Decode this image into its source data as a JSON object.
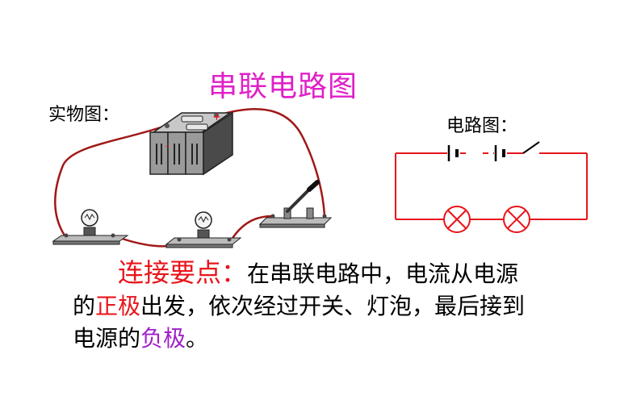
{
  "title": "串联电路图",
  "real_label": "实物图：",
  "circuit_label": "电路图：",
  "battery": {
    "pos_sign": "+",
    "neg_sign": "-"
  },
  "text": {
    "keypoint": "连接要点：",
    "line1_rest": "在串联电路中，电流从电源",
    "line2_a": "的",
    "positive": "正极",
    "line2_b": "出发，依次经过开关、灯泡，最后接到",
    "line3_a": "电源的",
    "negative": "负极",
    "line3_b": "。"
  },
  "colors": {
    "title": "#e020c8",
    "keypoint": "#e8141b",
    "wire": "#a01818",
    "circuit": "#e8141b"
  }
}
